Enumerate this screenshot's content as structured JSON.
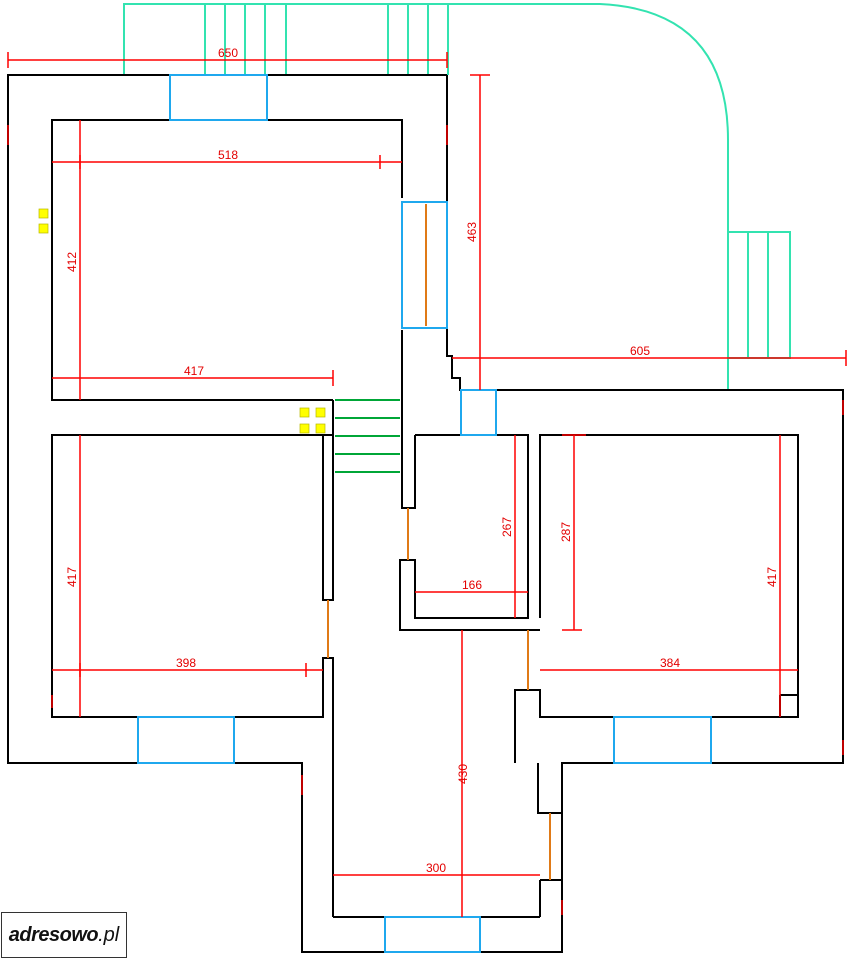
{
  "dimensions": {
    "top_overall": "650",
    "room_nw_width": "518",
    "room_nw_height": "412",
    "room_nw_inner": "417",
    "east_height": "463",
    "east_length": "605",
    "room_sw_height": "417",
    "room_sw_width": "398",
    "bath_height": "267",
    "bath_width": "166",
    "room_se_inner_height": "287",
    "room_se_height": "417",
    "room_se_width": "384",
    "hall_length": "430",
    "hall_width": "300"
  },
  "logo": {
    "brand": "adresowo",
    "suffix": ".pl"
  },
  "colors": {
    "walls": "#000000",
    "dimensions": "#ff0000",
    "windows": "#1fa8ee",
    "doors": "#e07a17",
    "stairs": "#00a637",
    "terrace": "#33e3b0",
    "sockets": "#ffff00"
  }
}
